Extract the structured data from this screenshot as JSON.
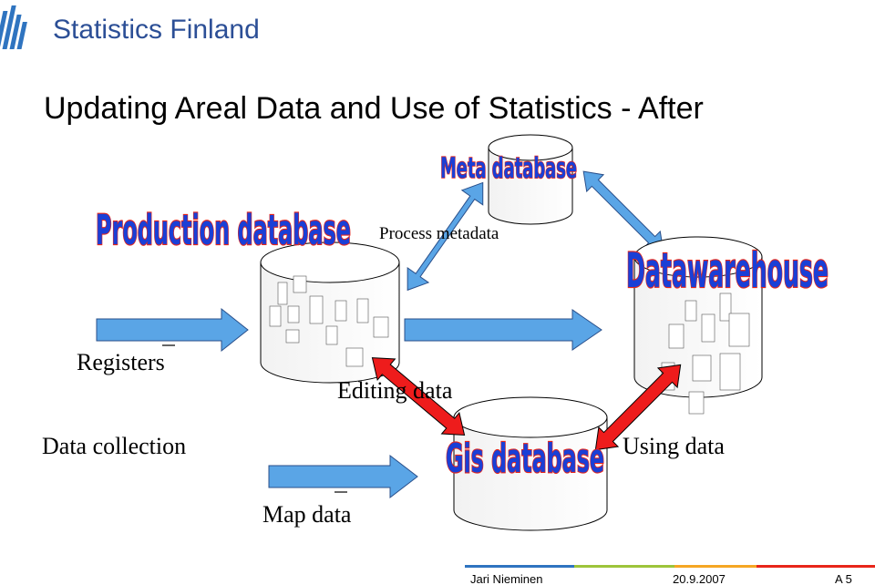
{
  "header": {
    "logo_text": "Statistics Finland",
    "title": "Updating Areal Data and Use of Statistics - After"
  },
  "diagram": {
    "labels": {
      "meta_database": "Meta database",
      "production_database": "Production database",
      "datawarehouse": "Datawarehouse",
      "gis_database": "Gis database",
      "process_metadata": "Process metadata",
      "registers": "Registers",
      "data_collection": "Data collection",
      "editing_data": "Editing data",
      "using_data": "Using data",
      "map_data": "Map data"
    },
    "colors": {
      "blue_arrow": "#5aa5e6",
      "red_arrow": "#ee1c1c",
      "label_fill": "#1a3fd6",
      "label_outline": "#e8261a"
    }
  },
  "footer": {
    "author": "Jari Nieminen",
    "date": "20.9.2007",
    "slide_id": "A 5"
  }
}
